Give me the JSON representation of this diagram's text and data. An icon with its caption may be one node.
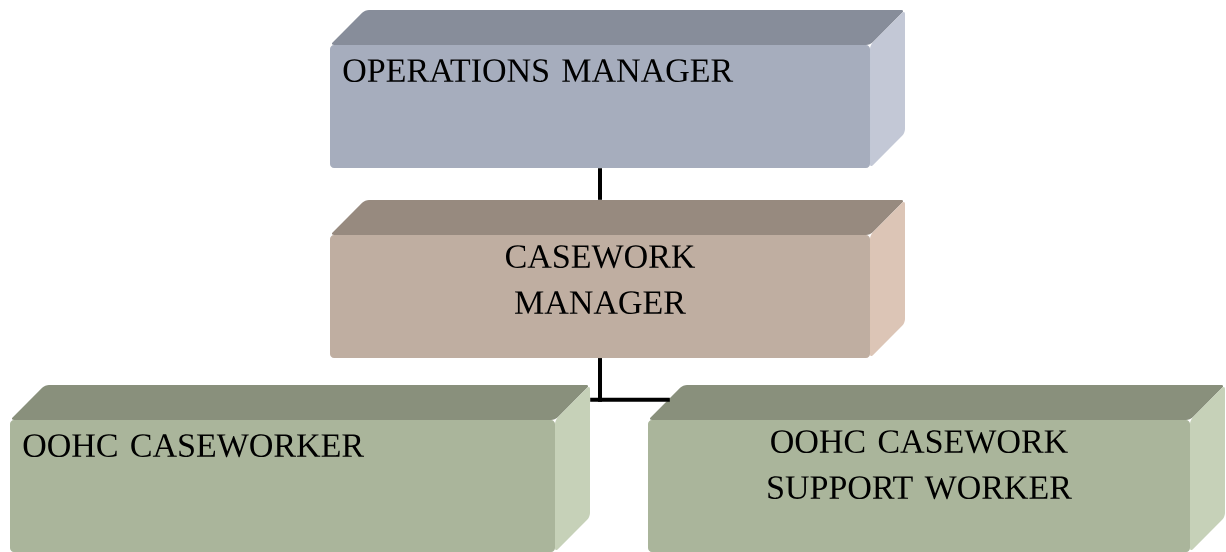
{
  "diagram": {
    "nodes": [
      {
        "text": [
          "OPERATIONS MANAGER"
        ]
      },
      {
        "text": [
          "CASEWORK MANAGER"
        ]
      },
      {
        "text": [
          "OOHC CASEWORKER"
        ]
      },
      {
        "text": [
          "OOHC CASEWORK SUPPORT WORKER"
        ]
      }
    ],
    "edges": [
      {
        "from": 0,
        "to": 1,
        "arrow": "none"
      },
      {
        "from": 1,
        "to": 2,
        "arrow": "none"
      },
      {
        "from": 1,
        "to": 3,
        "arrow": "none"
      }
    ]
  }
}
